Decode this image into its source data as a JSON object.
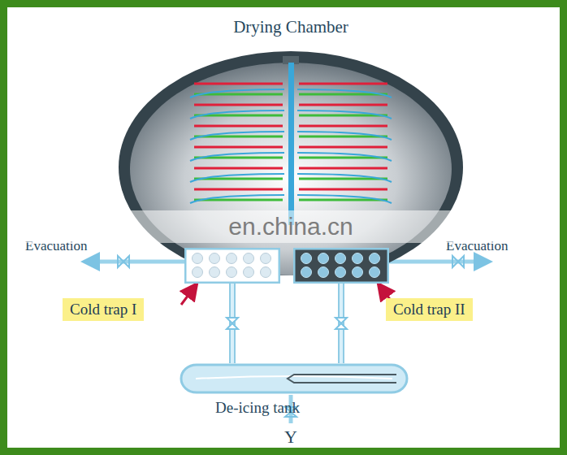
{
  "diagram": {
    "nodes": [
      {
        "text": [
          "Drying Chamber"
        ]
      },
      {
        "text": [
          "Cold trap I"
        ]
      },
      {
        "text": [
          "Cold trap II"
        ]
      },
      {
        "text": [
          "De-icing tank"
        ]
      }
    ],
    "edges": [
      {
        "from": 1,
        "to": 3,
        "arrow": "none"
      },
      {
        "from": 2,
        "to": 3,
        "arrow": "none"
      }
    ],
    "labels": [
      "Evacuation",
      "Evacuation",
      "en.china.cn",
      "Y"
    ]
  }
}
